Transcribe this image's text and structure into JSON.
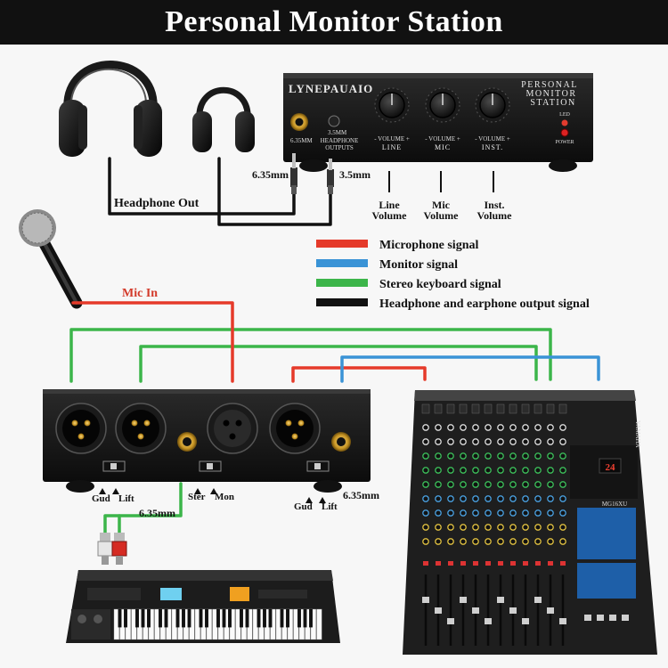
{
  "title": "Personal  Monitor Station",
  "colors": {
    "microphone": "#e53a2a",
    "monitor": "#3a93d6",
    "keyboard": "#3cb54a",
    "headphone": "#111111"
  },
  "device": {
    "brand": "LYNEPAUAIO",
    "name_line1": "PERSONAL",
    "name_line2": "MONITOR",
    "name_line3": "STATION",
    "jack_635": "6.35MM",
    "jack_35": "3.5MM",
    "outputs_line1": "HEADPHONE",
    "outputs_line2": "OUTPUTS",
    "volume_caption": "- VOLUME +",
    "knob_line": "LINE",
    "knob_mic": "MIC",
    "knob_inst": "INST.",
    "led_label": "LED",
    "power_label": "POWER"
  },
  "labels": {
    "jack_635": "6.35mm",
    "jack_35": "3.5mm",
    "headphone_out": "Headphone Out",
    "line_volume_1": "Line",
    "line_volume_2": "Volume",
    "mic_volume_1": "Mic",
    "mic_volume_2": "Volume",
    "inst_volume_1": "Inst.",
    "inst_volume_2": "Volume",
    "mic_in": "Mic In",
    "gud_left": "Gud",
    "lift_left": "Lift",
    "ster": "Ster",
    "mon": "Mon",
    "gud_right": "Gud",
    "lift_right": "Lift",
    "jack_635_right": "6.35mm",
    "jack_635_bottom": "6.35mm",
    "mixer_brand": "YAMAHA",
    "mixer_model": "MG16XU",
    "mixer_display": "24"
  },
  "legend": [
    {
      "label": "Microphone signal",
      "color": "#e53a2a"
    },
    {
      "label": "Monitor signal",
      "color": "#3a93d6"
    },
    {
      "label": "Stereo keyboard signal",
      "color": "#3cb54a"
    },
    {
      "label": "Headphone and earphone output signal",
      "color": "#111111"
    }
  ]
}
